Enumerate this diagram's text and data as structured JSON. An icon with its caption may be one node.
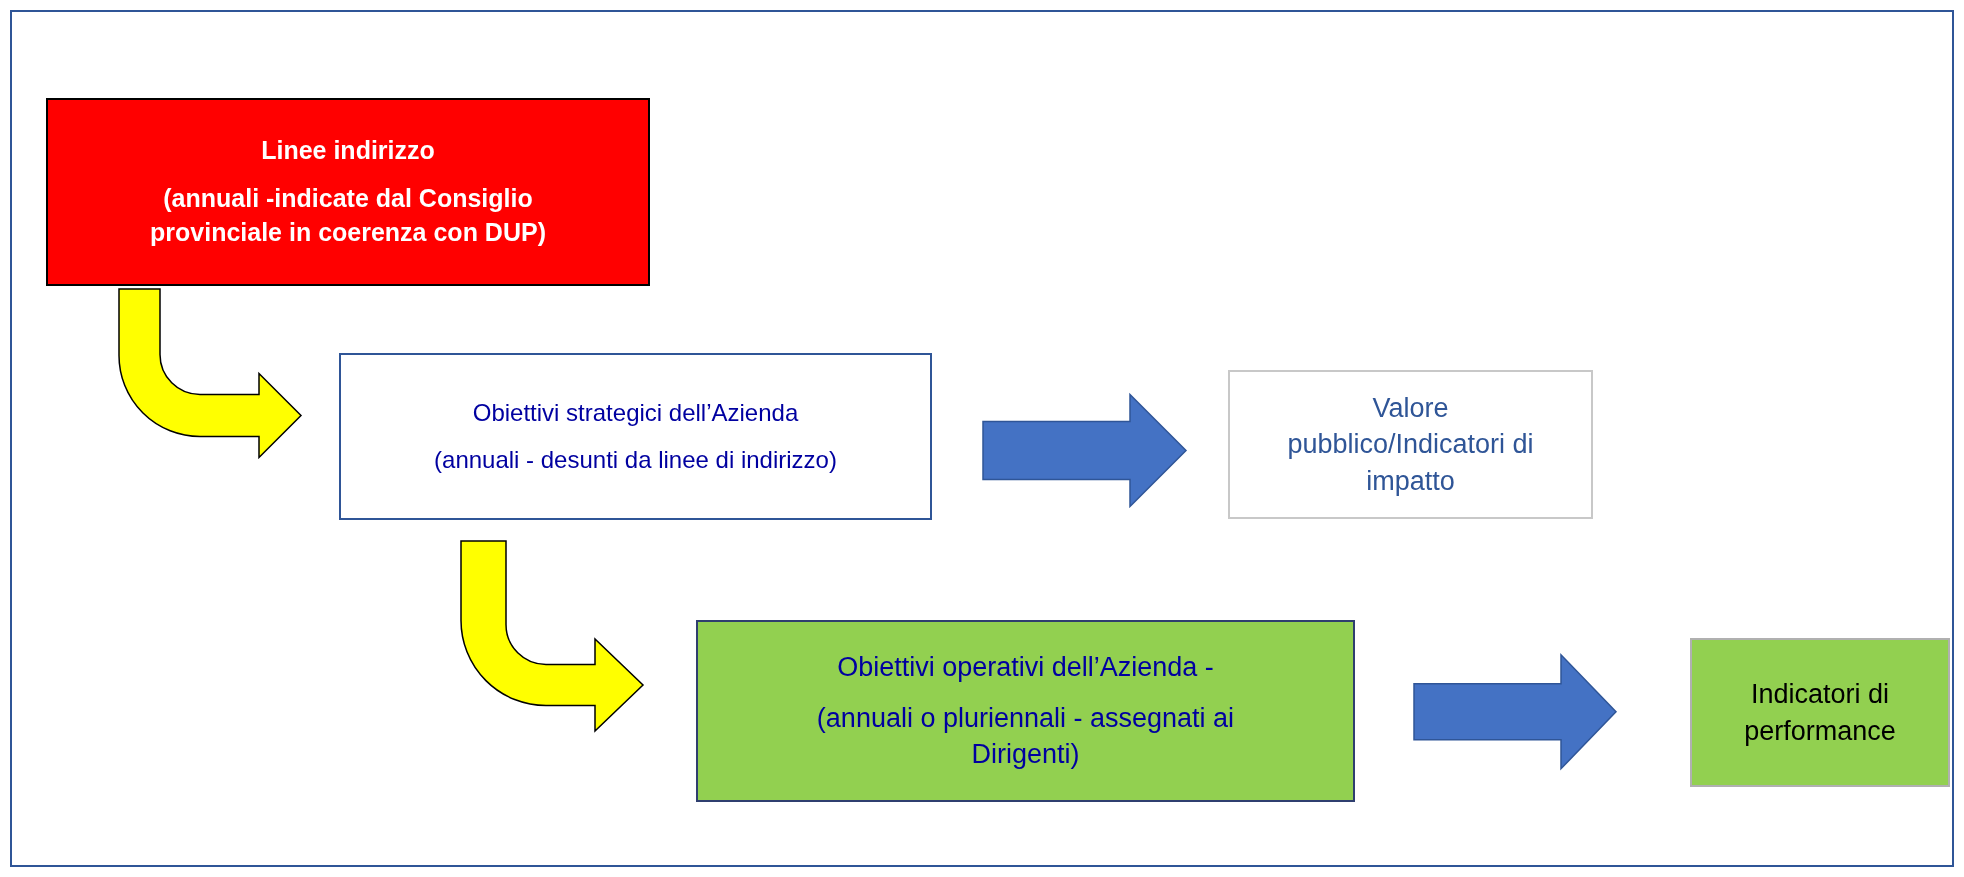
{
  "diagram": {
    "nodes": [
      {
        "text": [
          "Linee indirizzo",
          "(annuali -indicate dal Consiglio provinciale in coerenza con DUP)"
        ]
      },
      {
        "text": [
          "Obiettivi strategici dell’Azienda",
          "(annuali - desunti da linee di indirizzo)"
        ]
      },
      {
        "text": [
          "Valore pubblico/Indicatori di impatto"
        ]
      },
      {
        "text": [
          "Obiettivi operativi dell’Azienda -",
          "(annuali o pluriennali - assegnati ai Dirigenti)"
        ]
      },
      {
        "text": [
          "Indicatori di performance"
        ]
      }
    ],
    "edges": [
      {
        "from": 0,
        "to": 1,
        "arrow": "to",
        "color": "#ffff00"
      },
      {
        "from": 1,
        "to": 2,
        "arrow": "to",
        "color": "#4472c4"
      },
      {
        "from": 1,
        "to": 3,
        "arrow": "to",
        "color": "#ffff00"
      },
      {
        "from": 3,
        "to": 4,
        "arrow": "to",
        "color": "#4472c4"
      }
    ]
  }
}
